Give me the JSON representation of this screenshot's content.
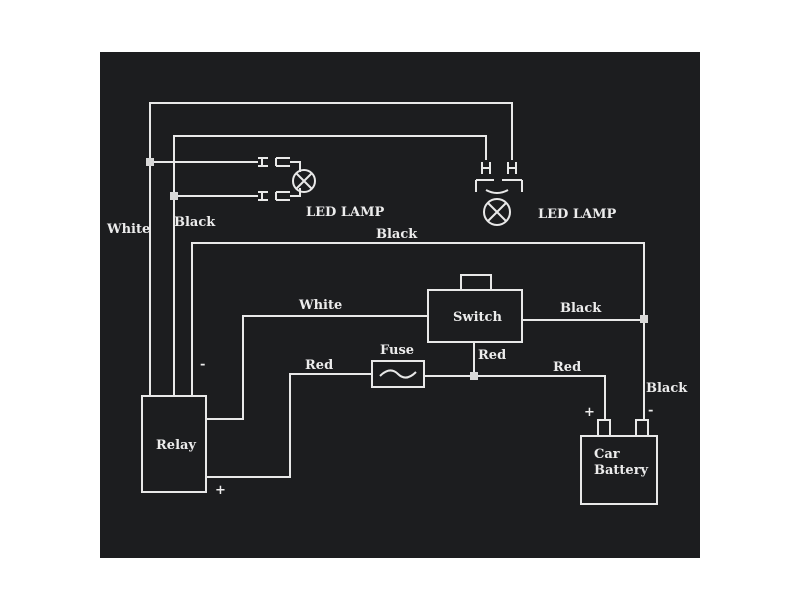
{
  "colors": {
    "background": "#1c1d1f",
    "line": "#e8e8e8",
    "page": "#ffffff"
  },
  "components": {
    "lamp_left": "LED LAMP",
    "lamp_right": "LED LAMP",
    "switch": "Switch",
    "fuse": "Fuse",
    "relay": "Relay",
    "battery_line1": "Car",
    "battery_line2": "Battery"
  },
  "wires": {
    "white_left": "White",
    "black_relay": "Black",
    "black_top": "Black",
    "white_switch": "White",
    "black_switch": "Black",
    "red_switch": "Red",
    "red_fuse": "Red",
    "red_battery": "Red",
    "black_battery": "Black"
  },
  "terminals": {
    "relay_minus": "-",
    "relay_plus": "+",
    "battery_plus": "+",
    "battery_minus": "-"
  },
  "icons": [
    "lamp-icon",
    "fuse-icon",
    "connector-icon"
  ]
}
